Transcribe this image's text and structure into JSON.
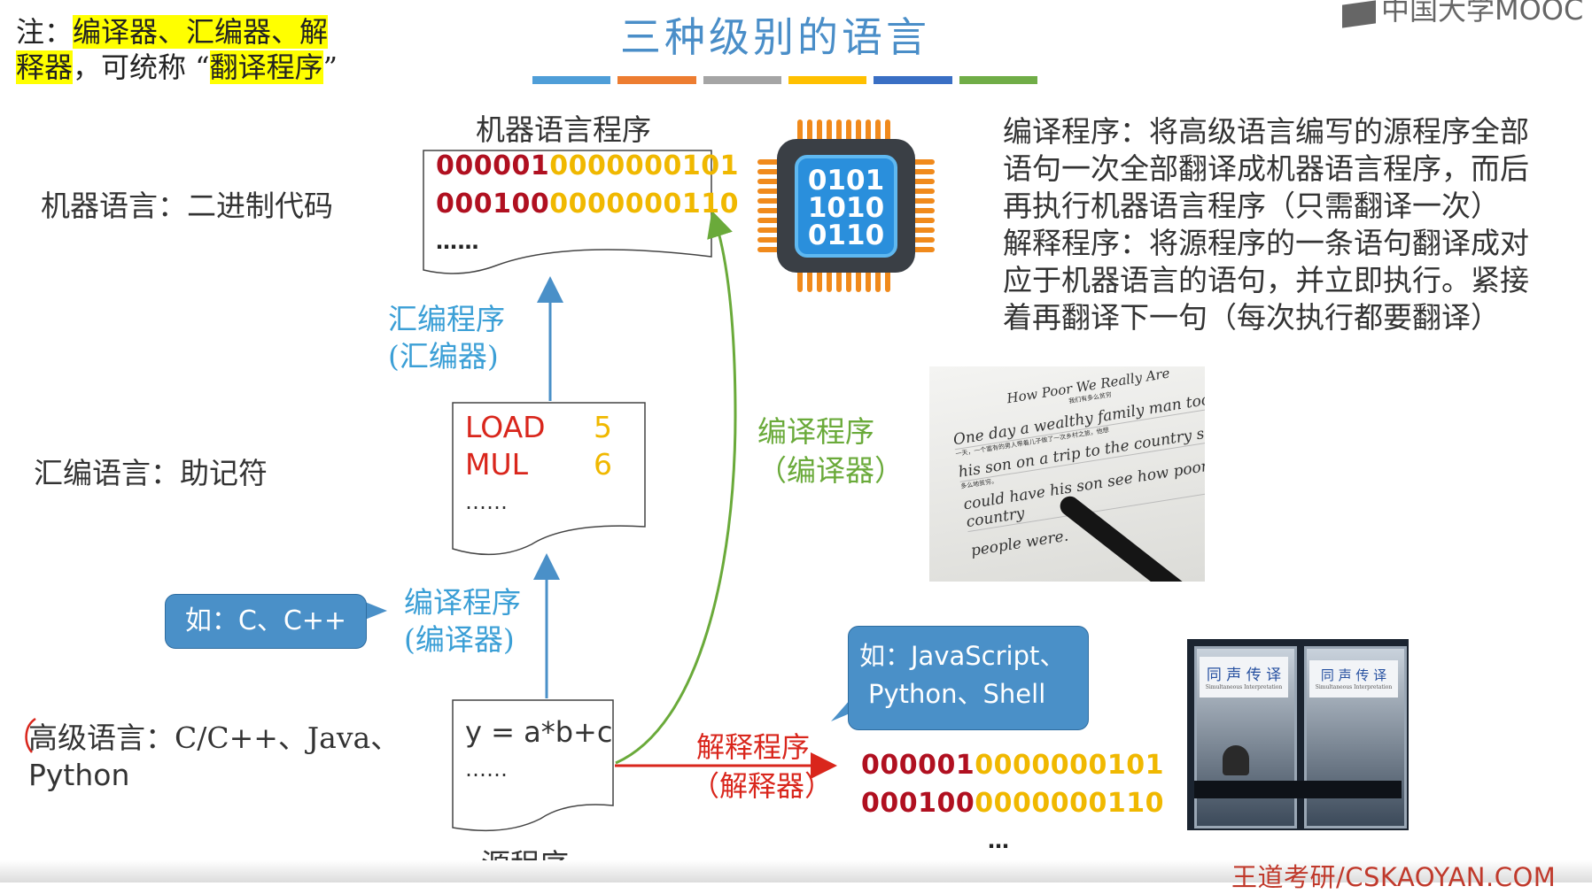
{
  "header": {
    "note_prefix": "注：",
    "note_hl1": "编译器、汇编器、解",
    "note_hl2": "释器",
    "note_mid": "，可统称 “",
    "note_hl3": "翻译程序",
    "note_end": "”",
    "title": "三种级别的语言",
    "logo_text": "中国大学MOOC",
    "title_bar_colors": [
      "#4f9ed8",
      "#ed7d31",
      "#a5a5a5",
      "#ffc000",
      "#3a6fc4",
      "#70ad47"
    ]
  },
  "left_labels": {
    "machine": "机器语言：二进制代码",
    "assembly": "汇编语言：助记符",
    "high_line1": "高级语言：C/C++、Java、",
    "high_line2": "Python"
  },
  "machine_doc": {
    "title": "机器语言程序",
    "rows": [
      {
        "red": "000001",
        "yellow": "0000000101"
      },
      {
        "red": "000100",
        "yellow": "0000000110"
      }
    ],
    "ellipsis": "……"
  },
  "chip": {
    "lines": [
      "0101",
      "1010",
      "0110"
    ]
  },
  "assembly_doc": {
    "rows": [
      {
        "op": "LOAD",
        "arg": "5"
      },
      {
        "op": "MUL",
        "arg": "6"
      }
    ],
    "ellipsis": "……"
  },
  "source_doc": {
    "code": "y = a*b+c",
    "ellipsis": "……",
    "label": "源程序"
  },
  "arrows": {
    "assembler_line1": "汇编程序",
    "assembler_line2": "(汇编器)",
    "compiler_up_line1": "编译程序",
    "compiler_up_line2": "(编译器)",
    "compiler_green_line1": "编译程序",
    "compiler_green_line2": "（编译器）",
    "interpreter_line1": "解释程序",
    "interpreter_line2": "（解释器）"
  },
  "callouts": {
    "c_lang": "如：C、C++",
    "script_line1": "如：JavaScript、",
    "script_line2": "Python、Shell"
  },
  "interp_output": {
    "rows": [
      {
        "red": "000001",
        "yellow": "0000000101"
      },
      {
        "red": "000100",
        "yellow": "0000000110"
      }
    ],
    "ellipsis": "…"
  },
  "explanation": {
    "lines": [
      "编译程序：将高级语言编写的源程序全部",
      "语句一次全部翻译成机器语言程序，而后",
      "再执行机器语言程序（只需翻译一次）",
      "解释程序：将源程序的一条语句翻译成对",
      "应于机器语言的语句，并立即执行。紧接",
      "着再翻译下一句（每次执行都要翻译）"
    ]
  },
  "handwriting": {
    "title": "How Poor We Really Are",
    "subtitle": "我们有多么贫穷",
    "lines": [
      "One day a wealthy family man took",
      "一天，一个富有的男人带着儿子做了一次乡村之旅，他想",
      "his son on a trip to the country so he",
      "多么地贫穷。",
      "could have his son see how poor country",
      "people were."
    ]
  },
  "booth": {
    "sign1_cn": "同 声 传 译",
    "sign1_en": "Simultaneous Interpretation",
    "sign2_cn": "同 声 传 译",
    "sign2_en": "Simultaneous Interpretation"
  },
  "footer": {
    "brand": "王道考研/CSKAOYAN.COM"
  }
}
